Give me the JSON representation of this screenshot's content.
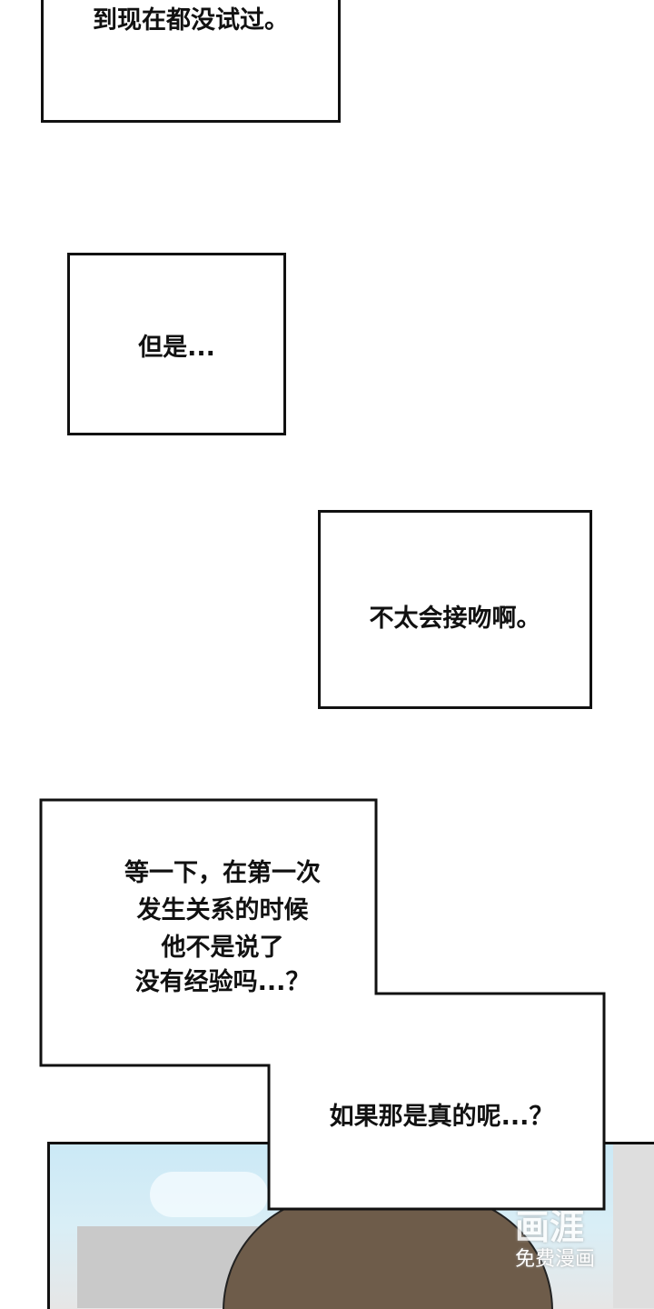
{
  "bubbles": [
    {
      "text": "到现在都没试过。"
    },
    {
      "text": "但是..."
    },
    {
      "text": "不太会接吻啊。"
    },
    {
      "lines": [
        "等一下，在第一次",
        "发生关系的时候",
        "他不是说了",
        "没有经验吗...？"
      ]
    },
    {
      "text": "如果那是真的呢...？"
    }
  ],
  "watermark": {
    "logo": "画涯",
    "subtitle": "免费漫画"
  }
}
